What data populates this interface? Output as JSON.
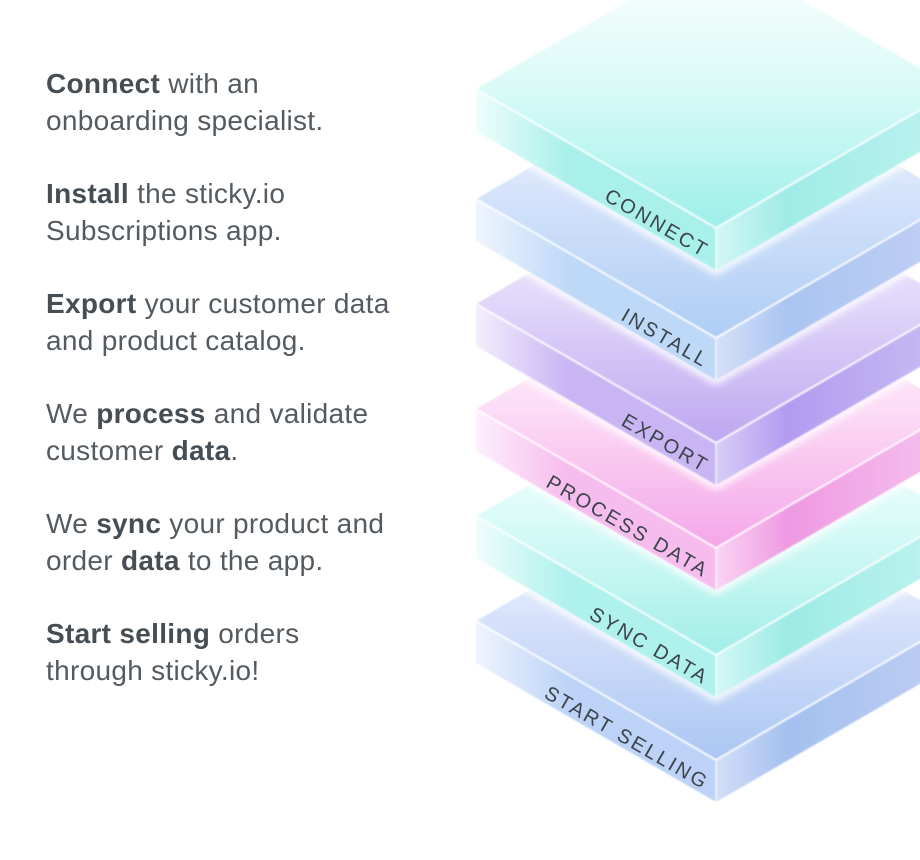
{
  "colors": {
    "text_regular": "#545b60",
    "text_bold": "#464d53",
    "edge_label": "#3c434a",
    "background": "#ffffff"
  },
  "steps": [
    {
      "lines": [
        [
          {
            "t": "Connect",
            "b": true
          },
          {
            "t": " with an",
            "b": false
          }
        ],
        [
          {
            "t": "onboarding specialist.",
            "b": false
          }
        ]
      ]
    },
    {
      "lines": [
        [
          {
            "t": "Install",
            "b": true
          },
          {
            "t": " the sticky.io",
            "b": false
          }
        ],
        [
          {
            "t": "Subscriptions app.",
            "b": false
          }
        ]
      ]
    },
    {
      "lines": [
        [
          {
            "t": "Export",
            "b": true
          },
          {
            "t": " your customer data",
            "b": false
          }
        ],
        [
          {
            "t": "and product catalog.",
            "b": false
          }
        ]
      ]
    },
    {
      "lines": [
        [
          {
            "t": "We ",
            "b": false
          },
          {
            "t": "process",
            "b": true
          },
          {
            "t": " and validate",
            "b": false
          }
        ],
        [
          {
            "t": "customer ",
            "b": false
          },
          {
            "t": "data",
            "b": true
          },
          {
            "t": ".",
            "b": false
          }
        ]
      ]
    },
    {
      "lines": [
        [
          {
            "t": "We ",
            "b": false
          },
          {
            "t": "sync",
            "b": true
          },
          {
            "t": " your product and",
            "b": false
          }
        ],
        [
          {
            "t": "order ",
            "b": false
          },
          {
            "t": "data",
            "b": true
          },
          {
            "t": " to the app.",
            "b": false
          }
        ]
      ]
    },
    {
      "lines": [
        [
          {
            "t": "Start selling",
            "b": true
          },
          {
            "t": " orders",
            "b": false
          }
        ],
        [
          {
            "t": "through sticky.io!",
            "b": false
          }
        ]
      ]
    }
  ],
  "illustration": {
    "layers": [
      {
        "label": "CONNECT",
        "top_back": "#ffffff",
        "top_mid": "#d9faf7",
        "top_front": "#9cefe9",
        "left_tip": "#eefdfc",
        "left_main": "#a9f0ea",
        "right_near": "#d2f7f5",
        "right_main": "#9febe6",
        "right_far": "#bef3f0"
      },
      {
        "label": "INSTALL",
        "top_back": "#ffffff",
        "top_mid": "#d3e2fa",
        "top_front": "#aecdf4",
        "left_tip": "#eff5fe",
        "left_main": "#bed9f8",
        "right_near": "#d6e0f8",
        "right_main": "#a9c5f1",
        "right_far": "#c2cff5"
      },
      {
        "label": "EXPORT",
        "top_back": "#ffffff",
        "top_mid": "#e0d6f9",
        "top_front": "#bda6f0",
        "left_tip": "#f3eefd",
        "left_main": "#c9b5f3",
        "right_near": "#d8cdf7",
        "right_main": "#b29bf0",
        "right_far": "#c9bef3"
      },
      {
        "label": "PROCESS DATA",
        "top_back": "#ffffff",
        "top_mid": "#fcdcf6",
        "top_front": "#f4a5e8",
        "left_tip": "#fdeffb",
        "left_main": "#f7bcee",
        "right_near": "#fad4f3",
        "right_main": "#ef99e2",
        "right_far": "#f6c3ef"
      },
      {
        "label": "SYNC DATA",
        "top_back": "#ffffff",
        "top_mid": "#dcfbf8",
        "top_front": "#a2eee7",
        "left_tip": "#effdfc",
        "left_main": "#aff1ec",
        "right_near": "#d4f8f6",
        "right_main": "#9deae4",
        "right_far": "#c0f4f1"
      },
      {
        "label": "START SELLING",
        "top_back": "#ffffff",
        "top_mid": "#d6e1fa",
        "top_front": "#aac6f2",
        "left_tip": "#eff4fe",
        "left_main": "#bcd3f7",
        "right_near": "#d4def8",
        "right_main": "#a4c0ef",
        "right_far": "#c0cef4"
      }
    ]
  }
}
